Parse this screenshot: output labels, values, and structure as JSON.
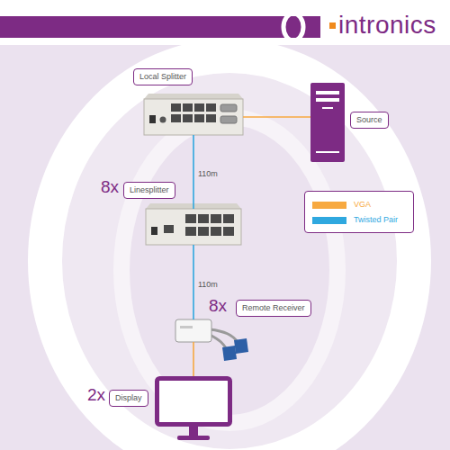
{
  "diagram": {
    "nodes": [
      {
        "text": [
          "Local Splitter"
        ]
      },
      {
        "text": [
          "Source"
        ]
      },
      {
        "text": [
          "8x",
          "Linesplitter"
        ]
      },
      {
        "text": [
          "8x",
          "Remote Receiver"
        ]
      },
      {
        "text": [
          "2x",
          "Display"
        ]
      }
    ],
    "edges": [
      {
        "from": 0,
        "to": 1,
        "arrow": "none"
      },
      {
        "from": 0,
        "to": 2,
        "label": "110m",
        "arrow": "none"
      },
      {
        "from": 2,
        "to": 3,
        "label": "110m",
        "arrow": "none"
      },
      {
        "from": 3,
        "to": 4,
        "arrow": "none"
      }
    ],
    "labels": [
      "intronics"
    ],
    "legend": [
      {
        "text": "VGA",
        "color": "#f7a940"
      },
      {
        "text": "Twisted Pair",
        "color": "#2fa8df"
      }
    ]
  }
}
